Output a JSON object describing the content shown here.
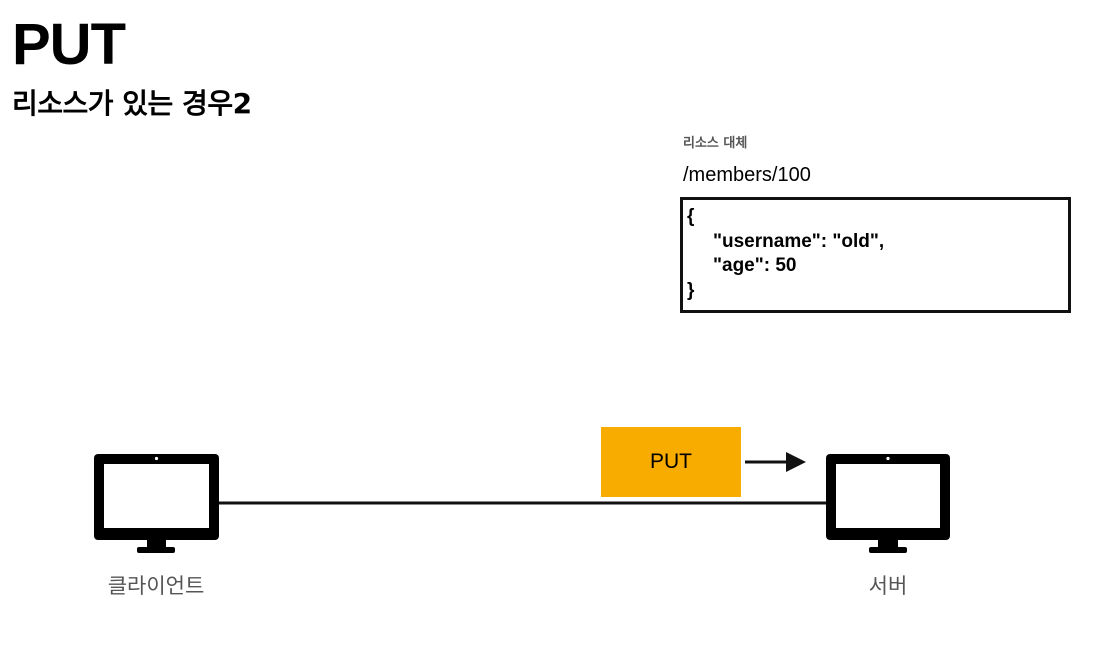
{
  "slide": {
    "title": "PUT",
    "subtitle": "리소스가 있는 경우2"
  },
  "resource": {
    "caption": "리소스 대체",
    "path": "/members/100",
    "json_lines": [
      "{",
      "\"username\": \"old\",",
      "\"age\": 50",
      "}"
    ]
  },
  "request": {
    "method_label": "PUT",
    "badge_color": "#F9AC00"
  },
  "nodes": {
    "client_label": "클라이언트",
    "server_label": "서버"
  },
  "colors": {
    "label_gray": "#555555",
    "line": "#111111"
  }
}
